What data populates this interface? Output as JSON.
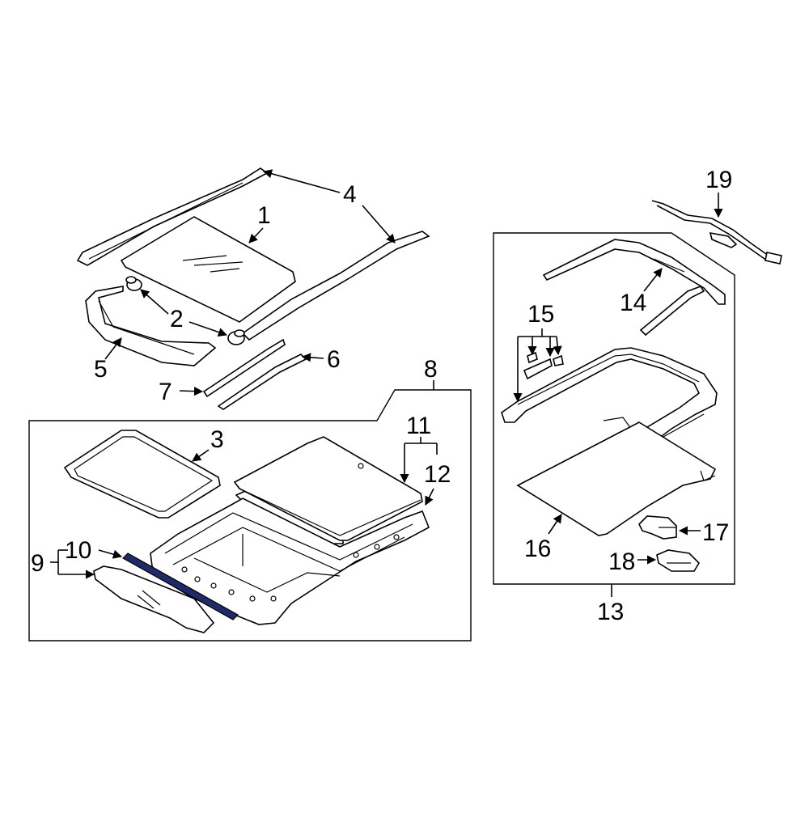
{
  "callouts": {
    "c1": "1",
    "c2": "2",
    "c3": "3",
    "c4": "4",
    "c5": "5",
    "c6": "6",
    "c7": "7",
    "c8": "8",
    "c9": "9",
    "c10": "10",
    "c11": "11",
    "c12": "12",
    "c13": "13",
    "c14": "14",
    "c15": "15",
    "c16": "16",
    "c17": "17",
    "c18": "18",
    "c19": "19"
  },
  "colors": {
    "line": "#000000",
    "background": "#ffffff",
    "highlight": "#1f2a6b"
  }
}
